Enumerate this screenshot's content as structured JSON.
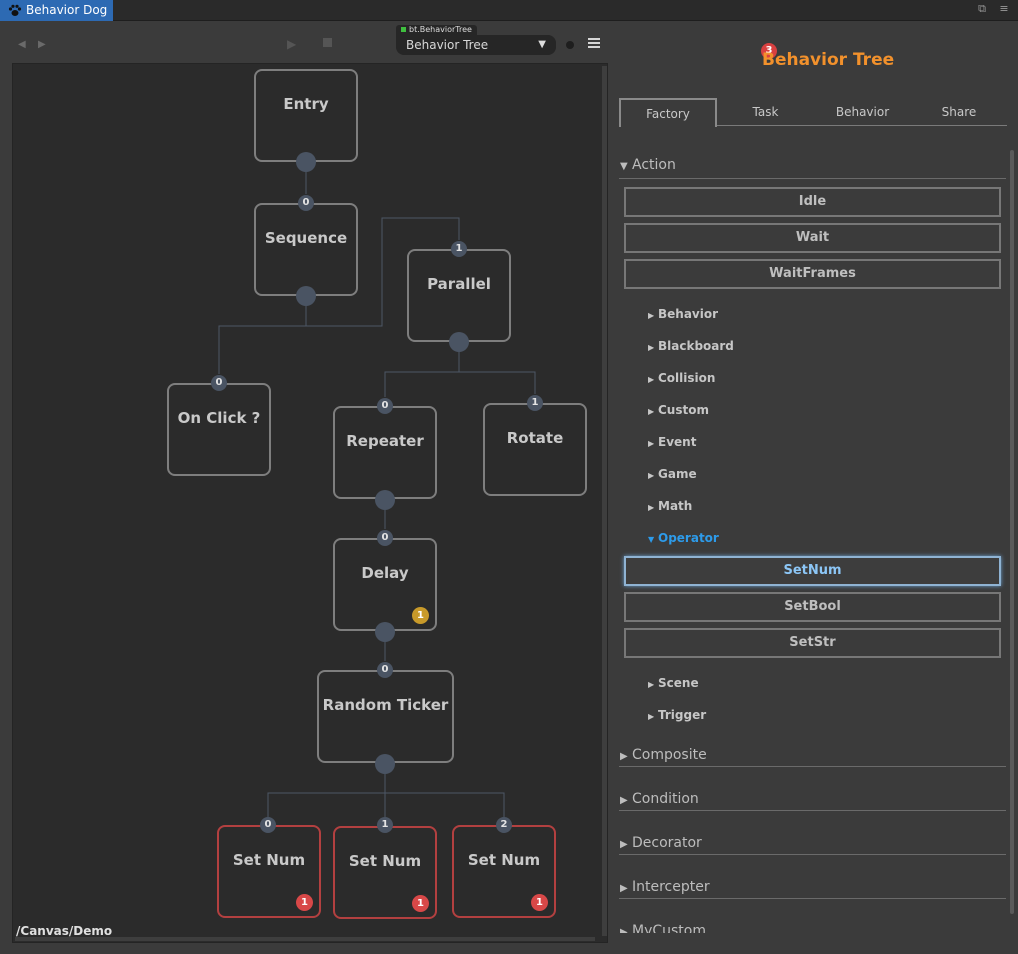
{
  "window": {
    "tab_title": "Behavior Dog",
    "paw_icon": "paw-icon",
    "restore_icon": "restore-icon",
    "menu_icon": "menu-icon"
  },
  "toolbar": {
    "prev_icon": "chevron-left-icon",
    "next_icon": "chevron-right-icon",
    "play_icon": "play-icon",
    "stop_icon": "stop-icon",
    "type_badge": "bt.BehaviorTree",
    "select_value": "Behavior Tree",
    "record_icon": "record-dot-icon",
    "hamburger_icon": "hamburger-icon"
  },
  "canvas": {
    "path": "/Canvas/Demo",
    "nodes": [
      {
        "name": "Entry"
      },
      {
        "name": "Sequence",
        "index": "0"
      },
      {
        "name": "Parallel",
        "index": "1"
      },
      {
        "name": "On Click ?",
        "index": "0"
      },
      {
        "name": "Repeater",
        "index": "0"
      },
      {
        "name": "Rotate",
        "index": "1"
      },
      {
        "name": "Delay",
        "index": "0",
        "badge": "1"
      },
      {
        "name": "Random Ticker",
        "index": "0"
      },
      {
        "name": "Set Num",
        "index": "0",
        "badge": "1"
      },
      {
        "name": "Set Num",
        "index": "1",
        "badge": "1"
      },
      {
        "name": "Set Num",
        "index": "2",
        "badge": "1"
      }
    ]
  },
  "panel": {
    "title": "Behavior Tree",
    "title_badge": "3",
    "tabs": [
      "Factory",
      "Task",
      "Behavior",
      "Share"
    ],
    "active_tab": "Factory",
    "action_section": "Action",
    "action_items": [
      "Idle",
      "Wait",
      "WaitFrames"
    ],
    "categories_a": [
      "Behavior",
      "Blackboard",
      "Collision",
      "Custom",
      "Event",
      "Game",
      "Math"
    ],
    "open_category": "Operator",
    "operator_items": [
      "SetNum",
      "SetBool",
      "SetStr"
    ],
    "selected_item": "SetNum",
    "categories_b": [
      "Scene",
      "Trigger"
    ],
    "sections": [
      "Composite",
      "Condition",
      "Decorator",
      "Intercepter",
      "MyCustom"
    ],
    "colors": {
      "accent_title": "#f2912c",
      "open_category": "#2d9bea",
      "selected_text": "#8cc6f6",
      "error_border": "#b34040",
      "error_badge": "#d84848",
      "warn_badge": "#c89a2a"
    }
  }
}
